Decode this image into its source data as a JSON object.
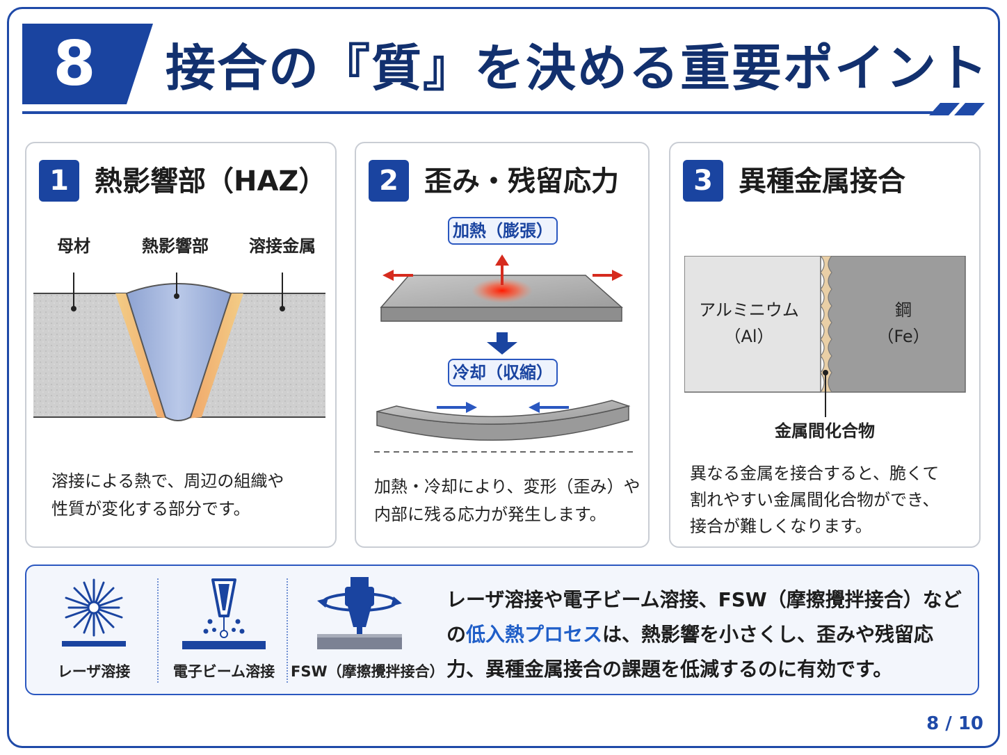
{
  "header": {
    "number": "8",
    "title": "接合の『質』を決める重要ポイント",
    "accent_color": "#1a44a0"
  },
  "cards": [
    {
      "number": "1",
      "title": "熱影響部（HAZ）",
      "labels": [
        "母材",
        "熱影響部",
        "溶接金属"
      ],
      "desc_lines": [
        "溶接による熱で、周辺の組織や",
        "性質が変化する部分です。"
      ]
    },
    {
      "number": "2",
      "title": "歪み・残留応力",
      "heat_label": "加熱（膨張）",
      "cool_label": "冷却（収縮）",
      "desc_lines": [
        "加熱・冷却により、変形（歪み）や",
        "内部に残る応力が発生します。"
      ]
    },
    {
      "number": "3",
      "title": "異種金属接合",
      "left_metal": [
        "アルミニウム",
        "（Al）"
      ],
      "right_metal": [
        "鋼",
        "（Fe）"
      ],
      "callout": "金属間化合物",
      "desc_lines": [
        "異なる金属を接合すると、脆くて",
        "割れやすい金属間化合物ができ、",
        "接合が難しくなります。"
      ]
    }
  ],
  "bottom": {
    "tools": [
      {
        "label": "レーザ溶接",
        "icon": "laser-icon"
      },
      {
        "label": "電子ビーム溶接",
        "icon": "electron-beam-icon"
      },
      {
        "label": "FSW（摩擦攪拌接合）",
        "icon": "fsw-tool-icon"
      }
    ],
    "text_pre": "レーザ溶接や電子ビーム溶接、FSW（摩擦攪拌接合）などの",
    "text_highlight": "低入熱プロセス",
    "text_post": "は、熱影響を小さくし、歪みや残留応力、異種金属接合の課題を低減するのに有効です。",
    "highlight_color": "#1f5ec8"
  },
  "page": {
    "indicator": "8 / 10"
  }
}
